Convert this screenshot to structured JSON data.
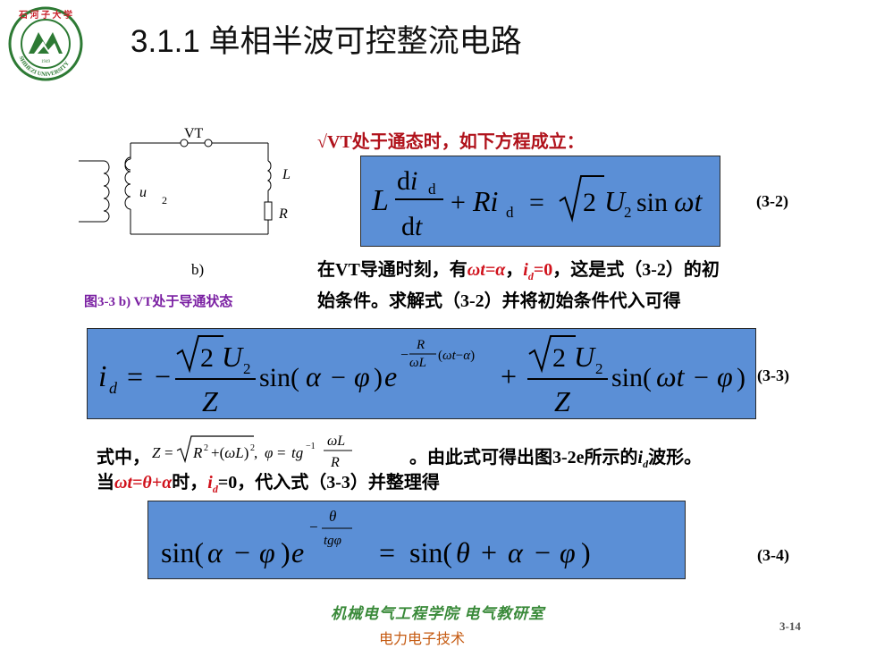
{
  "header": {
    "title": "3.1.1 单相半波可控整流电路",
    "logo_text": "SHIHEZI UNIVERSITY",
    "logo_year": "1949"
  },
  "circuit": {
    "vt_label": "VT",
    "l_label": "L",
    "r_label": "R",
    "u_label": "u",
    "u_sub": "2",
    "sublabel": "b)",
    "caption": "图3-3 b) VT处于导通状态"
  },
  "texts": {
    "intro": "√VT处于通态时，如下方程成立：",
    "para1_line1_a": "在VT导通时刻，有",
    "para1_wt_alpha": "ωt=α",
    "para1_sep": "，",
    "para1_id": "i",
    "para1_id_sub": "d",
    "para1_id_val": "=0",
    "para1_line1_b": "，这是式（3-2）的初",
    "para1_line2": "始条件。求解式（3-2）并将初始条件代入可得",
    "where_prefix": "式中，",
    "where_suffix": "。由此式可得出图3-2e所示的",
    "where_id": "i",
    "where_id_sub": "d",
    "where_end": "波形。",
    "when_a": "当",
    "when_cond": "ωt=θ+α",
    "when_b": "时，",
    "when_id": "i",
    "when_id_sub": "d",
    "when_c": "=0，代入式（3-3）并整理得"
  },
  "equations": {
    "eq2_number": "(3-2)",
    "eq3_number": "(3-3)",
    "eq4_number": "(3-4)"
  },
  "footer": {
    "dept": "机械电气工程学院 电气教研室",
    "course": "电力电子技术",
    "page": "3-14"
  },
  "colors": {
    "equation_box": "#5b8fd6",
    "highlight_red": "#d0111b",
    "caption_purple": "#7a1fa2",
    "footer_green": "#3a8a3a",
    "footer_orange": "#c55a11",
    "logo_green": "#2d7a34",
    "logo_red": "#c8232c"
  }
}
